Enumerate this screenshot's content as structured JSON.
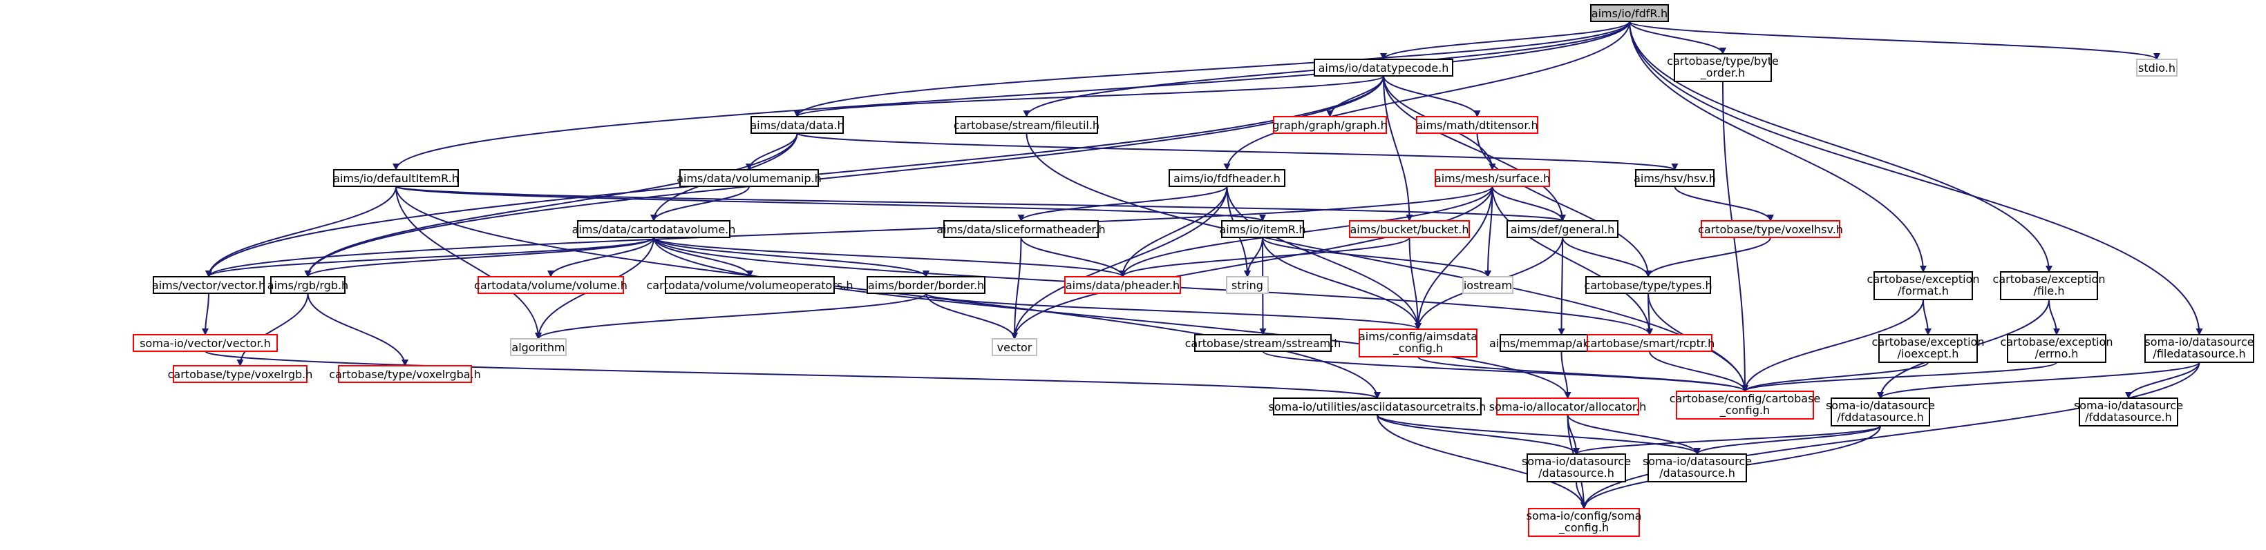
{
  "colors": {
    "edge": "#191970",
    "root_fill": "#bfbfbf",
    "root_border": "#000000",
    "documented_border": "#000000",
    "undocumented_border": "#ff0000",
    "system_border": "#bfbfbf",
    "system_text": "#808080"
  },
  "nodes": [
    {
      "id": "root",
      "lines": [
        "aims/io/fdfR.h"
      ],
      "kind": "root"
    },
    {
      "id": "datatypecode",
      "lines": [
        "aims/io/datatypecode.h"
      ],
      "kind": "doc"
    },
    {
      "id": "byteorder",
      "lines": [
        "cartobase/type/byte",
        "_order.h"
      ],
      "kind": "doc"
    },
    {
      "id": "stdio",
      "lines": [
        "stdio.h"
      ],
      "kind": "sys"
    },
    {
      "id": "datadata",
      "lines": [
        "aims/data/data.h"
      ],
      "kind": "doc"
    },
    {
      "id": "graph",
      "lines": [
        "graph/graph/graph.h"
      ],
      "kind": "red"
    },
    {
      "id": "dtitensor",
      "lines": [
        "aims/math/dtitensor.h"
      ],
      "kind": "red"
    },
    {
      "id": "fileutil",
      "lines": [
        "cartobase/stream/fileutil.h"
      ],
      "kind": "doc"
    },
    {
      "id": "defaultitemr",
      "lines": [
        "aims/io/defaultItemR.h"
      ],
      "kind": "doc"
    },
    {
      "id": "volumemanip",
      "lines": [
        "aims/data/volumemanip.h"
      ],
      "kind": "doc"
    },
    {
      "id": "fdfheader",
      "lines": [
        "aims/io/fdfheader.h"
      ],
      "kind": "doc"
    },
    {
      "id": "surface",
      "lines": [
        "aims/mesh/surface.h"
      ],
      "kind": "red"
    },
    {
      "id": "hsv",
      "lines": [
        "aims/hsv/hsv.h"
      ],
      "kind": "doc"
    },
    {
      "id": "cartodatavolume",
      "lines": [
        "aims/data/cartodatavolume.h"
      ],
      "kind": "doc"
    },
    {
      "id": "sliceformatheader",
      "lines": [
        "aims/data/sliceformatheader.h"
      ],
      "kind": "doc"
    },
    {
      "id": "itemr",
      "lines": [
        "aims/io/itemR.h"
      ],
      "kind": "doc"
    },
    {
      "id": "bucket",
      "lines": [
        "aims/bucket/bucket.h"
      ],
      "kind": "red"
    },
    {
      "id": "defgeneral",
      "lines": [
        "aims/def/general.h"
      ],
      "kind": "doc"
    },
    {
      "id": "voxelhsv",
      "lines": [
        "cartobase/type/voxelhsv.h"
      ],
      "kind": "red"
    },
    {
      "id": "exformat",
      "lines": [
        "cartobase/exception",
        "/format.h"
      ],
      "kind": "doc"
    },
    {
      "id": "exfile",
      "lines": [
        "cartobase/exception",
        "/file.h"
      ],
      "kind": "doc"
    },
    {
      "id": "filedatasource",
      "lines": [
        "soma-io/datasource",
        "/filedatasource.h"
      ],
      "kind": "doc"
    },
    {
      "id": "vectorh",
      "lines": [
        "aims/vector/vector.h"
      ],
      "kind": "doc"
    },
    {
      "id": "rgbh",
      "lines": [
        "aims/rgb/rgb.h"
      ],
      "kind": "doc"
    },
    {
      "id": "cvvolume",
      "lines": [
        "cartodata/volume/volume.h"
      ],
      "kind": "red"
    },
    {
      "id": "cvvolumeops",
      "lines": [
        "cartodata/volume/volumeoperators.h"
      ],
      "kind": "doc"
    },
    {
      "id": "border",
      "lines": [
        "aims/border/border.h"
      ],
      "kind": "doc"
    },
    {
      "id": "pheader",
      "lines": [
        "aims/data/pheader.h"
      ],
      "kind": "red"
    },
    {
      "id": "string",
      "lines": [
        "string"
      ],
      "kind": "sys"
    },
    {
      "id": "iostream",
      "lines": [
        "iostream"
      ],
      "kind": "sys"
    },
    {
      "id": "types",
      "lines": [
        "cartobase/type/types.h"
      ],
      "kind": "doc"
    },
    {
      "id": "somavector",
      "lines": [
        "soma-io/vector/vector.h"
      ],
      "kind": "red"
    },
    {
      "id": "voxelrgb",
      "lines": [
        "cartobase/type/voxelrgb.h"
      ],
      "kind": "red"
    },
    {
      "id": "voxelrgba",
      "lines": [
        "cartobase/type/voxelrgba.h"
      ],
      "kind": "red"
    },
    {
      "id": "algorithm",
      "lines": [
        "algorithm"
      ],
      "kind": "sys"
    },
    {
      "id": "vector",
      "lines": [
        "vector"
      ],
      "kind": "sys"
    },
    {
      "id": "sstream",
      "lines": [
        "cartobase/stream/sstream.h"
      ],
      "kind": "doc"
    },
    {
      "id": "aimsdataconfig",
      "lines": [
        "aims/config/aimsdata",
        "_config.h"
      ],
      "kind": "red"
    },
    {
      "id": "memmap",
      "lines": [
        "aims/memmap/allocator.h"
      ],
      "kind": "doc"
    },
    {
      "id": "rcptr",
      "lines": [
        "cartobase/smart/rcptr.h"
      ],
      "kind": "red"
    },
    {
      "id": "ioexcept",
      "lines": [
        "cartobase/exception",
        "/ioexcept.h"
      ],
      "kind": "doc"
    },
    {
      "id": "errno",
      "lines": [
        "cartobase/exception",
        "/errno.h"
      ],
      "kind": "doc"
    },
    {
      "id": "cartobaseconfig",
      "lines": [
        "cartobase/config/cartobase",
        "_config.h"
      ],
      "kind": "red"
    },
    {
      "id": "fddatasource",
      "lines": [
        "soma-io/datasource",
        "/fddatasource.h"
      ],
      "kind": "doc"
    },
    {
      "id": "fddatasource2",
      "lines": [
        "soma-io/datasource",
        "/fddatasource.h"
      ],
      "kind": "doc"
    },
    {
      "id": "somaallocator",
      "lines": [
        "soma-io/allocator/allocator.h"
      ],
      "kind": "red"
    },
    {
      "id": "asciitraits",
      "lines": [
        "soma-io/utilities/asciidatasourcetraits.h"
      ],
      "kind": "doc"
    },
    {
      "id": "datasource1",
      "lines": [
        "soma-io/datasource",
        "/datasource.h"
      ],
      "kind": "doc"
    },
    {
      "id": "datasource2",
      "lines": [
        "soma-io/datasource",
        "/datasource.h"
      ],
      "kind": "doc"
    },
    {
      "id": "somaconfig",
      "lines": [
        "soma-io/config/soma",
        "_config.h"
      ],
      "kind": "red"
    }
  ],
  "edges": [
    [
      "root",
      "datatypecode"
    ],
    [
      "root",
      "byteorder"
    ],
    [
      "root",
      "stdio"
    ],
    [
      "root",
      "datadata"
    ],
    [
      "root",
      "fileutil"
    ],
    [
      "root",
      "defaultitemr"
    ],
    [
      "root",
      "fdfheader"
    ],
    [
      "root",
      "exformat"
    ],
    [
      "root",
      "exfile"
    ],
    [
      "root",
      "filedatasource"
    ],
    [
      "datatypecode",
      "datadata"
    ],
    [
      "datatypecode",
      "graph"
    ],
    [
      "datatypecode",
      "dtitensor"
    ],
    [
      "datatypecode",
      "surface"
    ],
    [
      "datatypecode",
      "bucket"
    ],
    [
      "datatypecode",
      "vectorh"
    ],
    [
      "datatypecode",
      "rgbh"
    ],
    [
      "datatypecode",
      "defgeneral"
    ],
    [
      "byteorder",
      "cartobaseconfig"
    ],
    [
      "datadata",
      "volumemanip"
    ],
    [
      "datadata",
      "cartodatavolume"
    ],
    [
      "datadata",
      "hsv"
    ],
    [
      "datadata",
      "rgbh"
    ],
    [
      "dtitensor",
      "types"
    ],
    [
      "fileutil",
      "cartobaseconfig"
    ],
    [
      "defaultitemr",
      "itemr"
    ],
    [
      "defaultitemr",
      "defgeneral"
    ],
    [
      "defaultitemr",
      "vectorh"
    ],
    [
      "defaultitemr",
      "algorithm"
    ],
    [
      "defaultitemr",
      "asciitraits"
    ],
    [
      "volumemanip",
      "cartodatavolume"
    ],
    [
      "fdfheader",
      "sliceformatheader"
    ],
    [
      "fdfheader",
      "pheader"
    ],
    [
      "fdfheader",
      "string"
    ],
    [
      "fdfheader",
      "vector"
    ],
    [
      "fdfheader",
      "aimsdataconfig"
    ],
    [
      "surface",
      "defgeneral"
    ],
    [
      "surface",
      "vectorh"
    ],
    [
      "surface",
      "pheader"
    ],
    [
      "surface",
      "iostream"
    ],
    [
      "surface",
      "vector"
    ],
    [
      "surface",
      "rcptr"
    ],
    [
      "surface",
      "aimsdataconfig"
    ],
    [
      "hsv",
      "voxelhsv"
    ],
    [
      "cartodatavolume",
      "vectorh"
    ],
    [
      "cartodatavolume",
      "rgbh"
    ],
    [
      "cartodatavolume",
      "cvvolume"
    ],
    [
      "cartodatavolume",
      "cvvolumeops"
    ],
    [
      "cartodatavolume",
      "border"
    ],
    [
      "cartodatavolume",
      "pheader"
    ],
    [
      "cartodatavolume",
      "algorithm"
    ],
    [
      "cartodatavolume",
      "rcptr"
    ],
    [
      "cartodatavolume",
      "somaallocator"
    ],
    [
      "sliceformatheader",
      "pheader"
    ],
    [
      "sliceformatheader",
      "vector"
    ],
    [
      "itemr",
      "string"
    ],
    [
      "itemr",
      "iostream"
    ],
    [
      "itemr",
      "sstream"
    ],
    [
      "itemr",
      "aimsdataconfig"
    ],
    [
      "bucket",
      "pheader"
    ],
    [
      "bucket",
      "aimsdataconfig"
    ],
    [
      "defgeneral",
      "types"
    ],
    [
      "defgeneral",
      "memmap"
    ],
    [
      "defgeneral",
      "aimsdataconfig"
    ],
    [
      "voxelhsv",
      "types"
    ],
    [
      "exformat",
      "ioexcept"
    ],
    [
      "exformat",
      "cartobaseconfig"
    ],
    [
      "exfile",
      "errno"
    ],
    [
      "exfile",
      "fddatasource"
    ],
    [
      "filedatasource",
      "fddatasource"
    ],
    [
      "filedatasource",
      "fddatasource2"
    ],
    [
      "filedatasource",
      "somaconfig"
    ],
    [
      "vectorh",
      "somavector"
    ],
    [
      "rgbh",
      "voxelrgb"
    ],
    [
      "rgbh",
      "voxelrgba"
    ],
    [
      "border",
      "vector"
    ],
    [
      "border",
      "algorithm"
    ],
    [
      "border",
      "aimsdataconfig"
    ],
    [
      "types",
      "rcptr"
    ],
    [
      "types",
      "cartobaseconfig"
    ],
    [
      "somavector",
      "asciitraits"
    ],
    [
      "sstream",
      "cartobaseconfig"
    ],
    [
      "aimsdataconfig",
      "cartobaseconfig"
    ],
    [
      "memmap",
      "somaallocator"
    ],
    [
      "rcptr",
      "cartobaseconfig"
    ],
    [
      "ioexcept",
      "cartobaseconfig"
    ],
    [
      "errno",
      "cartobaseconfig"
    ],
    [
      "fddatasource",
      "datasource1"
    ],
    [
      "fddatasource",
      "datasource2"
    ],
    [
      "fddatasource",
      "somaconfig"
    ],
    [
      "somaallocator",
      "datasource1"
    ],
    [
      "somaallocator",
      "datasource2"
    ],
    [
      "somaallocator",
      "somaconfig"
    ],
    [
      "asciitraits",
      "datasource1"
    ],
    [
      "asciitraits",
      "datasource2"
    ],
    [
      "asciitraits",
      "somaconfig"
    ],
    [
      "datasource1",
      "somaconfig"
    ]
  ]
}
